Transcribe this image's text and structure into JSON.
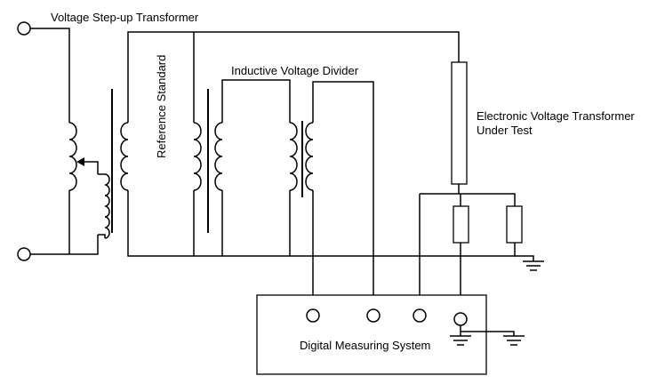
{
  "labels": {
    "step_up": "Voltage Step-up Transformer",
    "reference": "Reference Standard",
    "ivd": "Inductive Voltage Divider",
    "evt_line1": "Electronic Voltage Transformer",
    "evt_line2": "Under Test",
    "dms": "Digital Measuring System"
  },
  "colors": {
    "line": "#000000",
    "background": "#ffffff"
  }
}
